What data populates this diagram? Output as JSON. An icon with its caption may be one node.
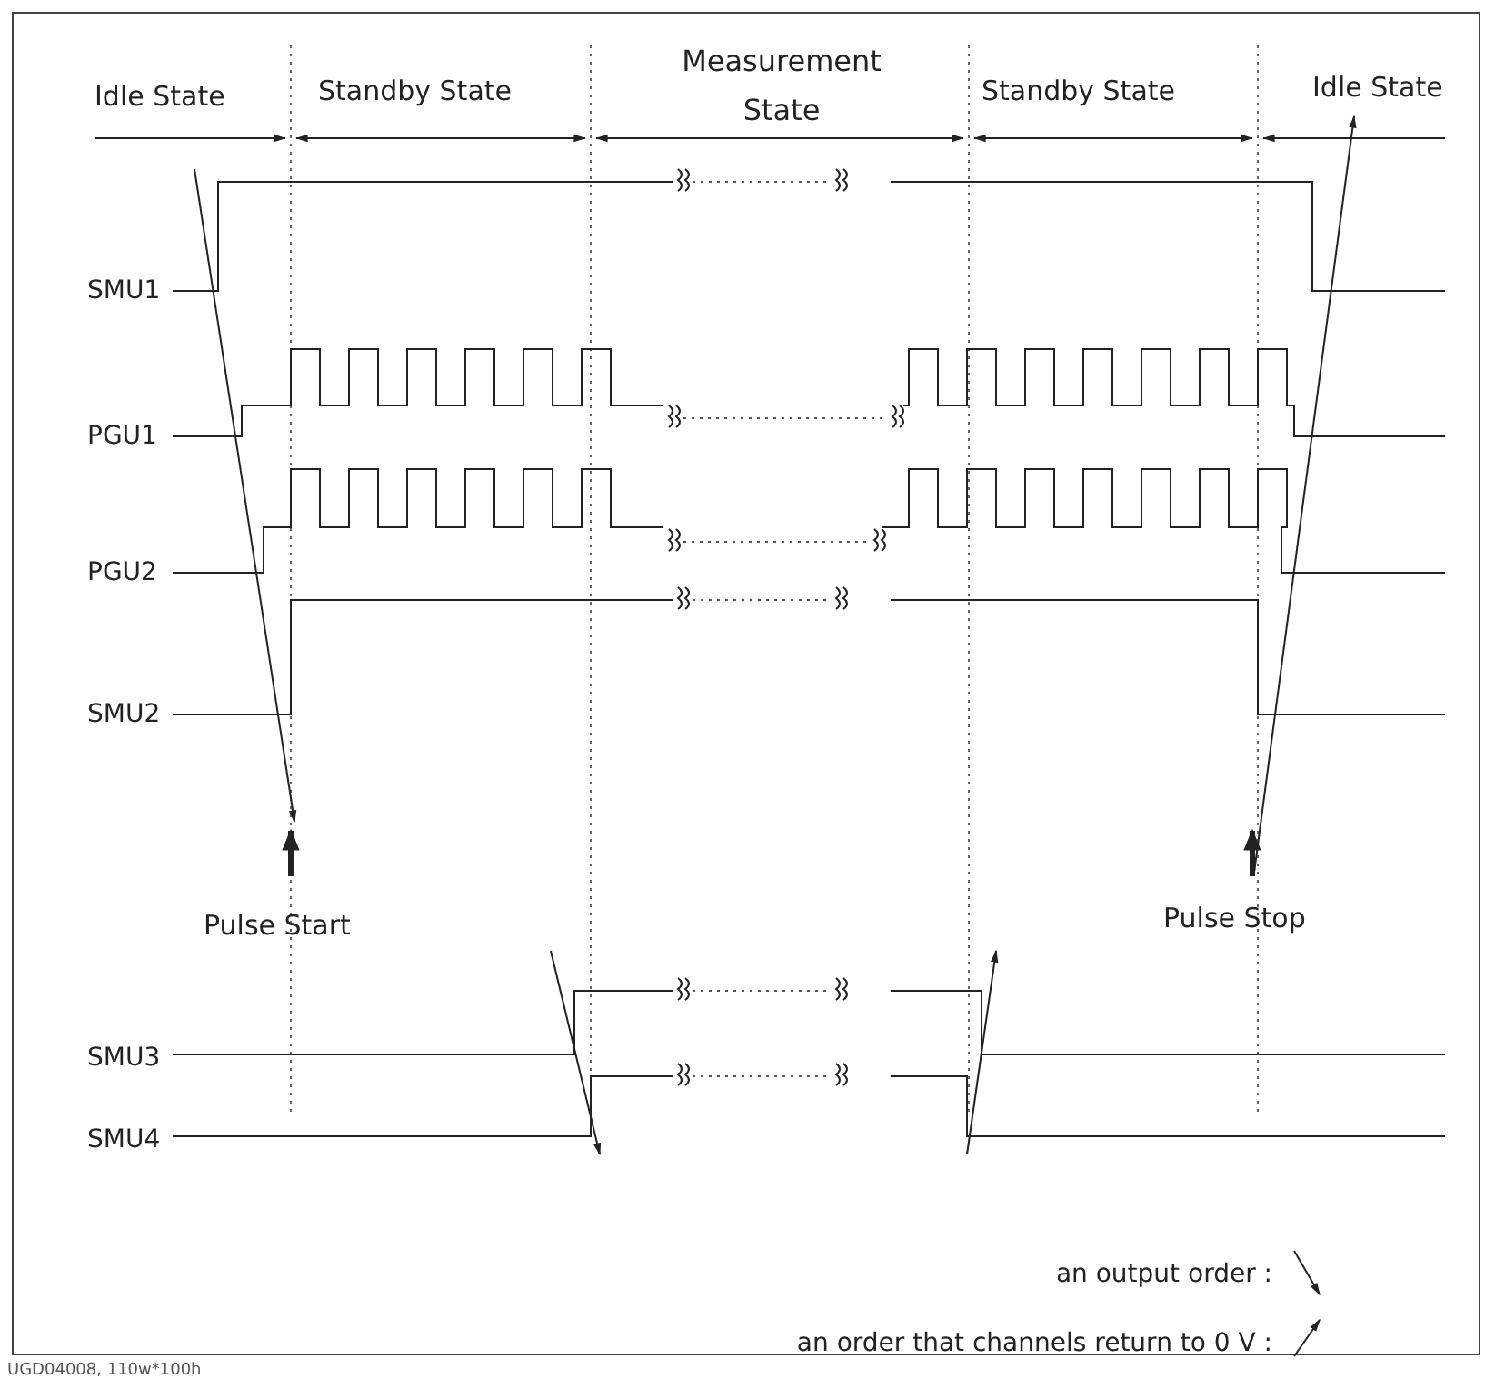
{
  "diagram": {
    "labels": [
      "Idle State",
      "Standby State",
      "Measurement State",
      "Standby State",
      "Idle State",
      "SMU1",
      "PGU1",
      "PGU2",
      "SMU2",
      "SMU3",
      "SMU4",
      "Pulse Start",
      "Pulse Stop",
      "UGD04008, 110w*100h"
    ],
    "legend": [
      {
        "text": "an output order :"
      },
      {
        "text": "an order that channels return to 0 V :"
      }
    ]
  }
}
